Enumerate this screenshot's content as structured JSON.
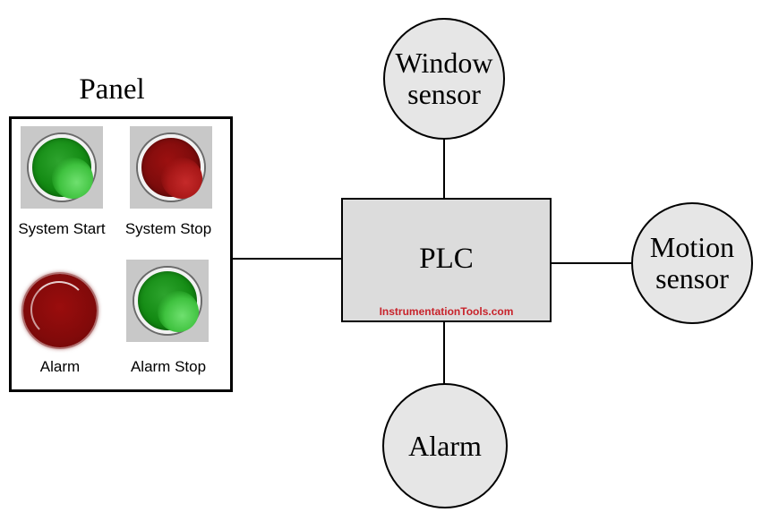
{
  "panel": {
    "title": "Panel",
    "buttons": [
      {
        "label": "System Start",
        "color": "#138a13",
        "type": "pushbutton"
      },
      {
        "label": "System Stop",
        "color": "#7e0c0c",
        "type": "pushbutton"
      },
      {
        "label": "Alarm",
        "color": "#820a0a",
        "type": "indicator-lamp"
      },
      {
        "label": "Alarm Stop",
        "color": "#138a13",
        "type": "pushbutton"
      }
    ]
  },
  "plc": {
    "label": "PLC",
    "watermark": "InstrumentationTools.com"
  },
  "nodes": {
    "window_sensor": [
      "Window",
      "sensor"
    ],
    "motion_sensor": [
      "Motion",
      "sensor"
    ],
    "alarm": [
      "Alarm"
    ]
  },
  "colors": {
    "plc_fill": "#dcdcdc",
    "node_fill": "#e6e6e6",
    "watermark": "#c8232b"
  }
}
